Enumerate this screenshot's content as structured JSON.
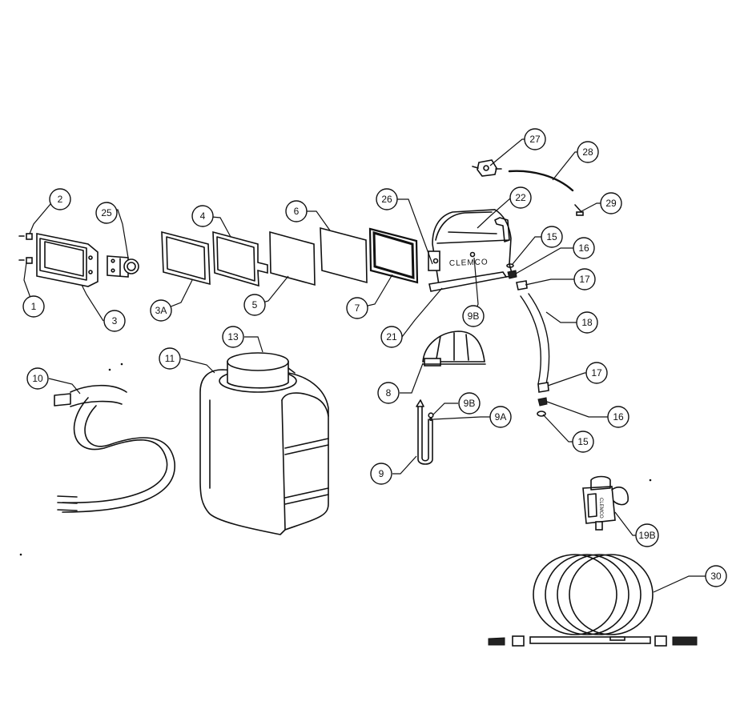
{
  "brand": {
    "hood": "CLEMCO",
    "valve": "CLEMCO"
  },
  "callouts": [
    {
      "id": "c1",
      "label": "1"
    },
    {
      "id": "c2",
      "label": "2"
    },
    {
      "id": "c3",
      "label": "3"
    },
    {
      "id": "c3a",
      "label": "3A"
    },
    {
      "id": "c4",
      "label": "4"
    },
    {
      "id": "c5",
      "label": "5"
    },
    {
      "id": "c6",
      "label": "6"
    },
    {
      "id": "c7",
      "label": "7"
    },
    {
      "id": "c8",
      "label": "8"
    },
    {
      "id": "c9",
      "label": "9"
    },
    {
      "id": "c9a",
      "label": "9A"
    },
    {
      "id": "c9b_top",
      "label": "9B"
    },
    {
      "id": "c9b_low",
      "label": "9B"
    },
    {
      "id": "c10",
      "label": "10"
    },
    {
      "id": "c11",
      "label": "11"
    },
    {
      "id": "c13",
      "label": "13"
    },
    {
      "id": "c15_top",
      "label": "15"
    },
    {
      "id": "c15_low",
      "label": "15"
    },
    {
      "id": "c16_top",
      "label": "16"
    },
    {
      "id": "c16_low",
      "label": "16"
    },
    {
      "id": "c17_top",
      "label": "17"
    },
    {
      "id": "c17_low",
      "label": "17"
    },
    {
      "id": "c18",
      "label": "18"
    },
    {
      "id": "c19b",
      "label": "19B"
    },
    {
      "id": "c21",
      "label": "21"
    },
    {
      "id": "c22",
      "label": "22"
    },
    {
      "id": "c25",
      "label": "25"
    },
    {
      "id": "c26",
      "label": "26"
    },
    {
      "id": "c27",
      "label": "27"
    },
    {
      "id": "c28",
      "label": "28"
    },
    {
      "id": "c29",
      "label": "29"
    },
    {
      "id": "c30",
      "label": "30"
    }
  ]
}
